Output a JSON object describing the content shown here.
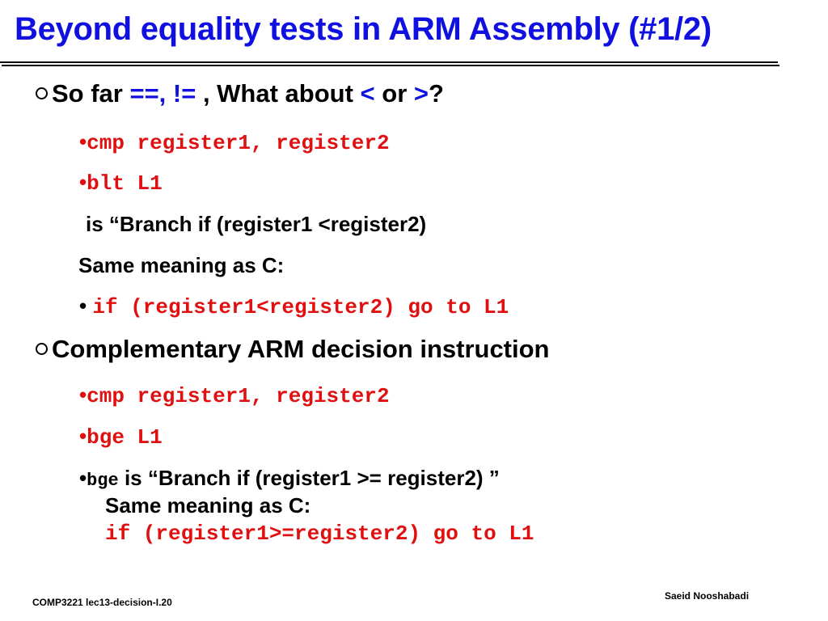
{
  "slide": {
    "title": "Beyond equality tests in ARM Assembly (#1/2)",
    "bullet1": {
      "prefix": "So far ",
      "ops": "==, !=",
      "middle": "  , What about ",
      "lt": "<",
      "or": " or ",
      "gt": ">",
      "end": "?"
    },
    "sub1": {
      "bullet": "•",
      "cmp": "cmp register1, register2",
      "blt": "blt  L1",
      "blt_desc": "is “Branch if (register1 <register2)",
      "same_meaning": "Same meaning as C:",
      "if_code": "if  (register1<register2) go to L1"
    },
    "bullet2": {
      "text": "Complementary ARM decision instruction"
    },
    "sub2": {
      "bullet": "•",
      "cmp": "cmp register1, register2",
      "bge": "bge L1",
      "bge_word": "bge",
      "bge_desc": " is “Branch if (register1 >= register2) ”",
      "same_meaning": "Same meaning as C:",
      "if_code": "if  (register1>=register2) go to L1"
    },
    "footer": {
      "left": "COMP3221  lec13-decision-I.20",
      "right": "Saeid Nooshabadi"
    }
  },
  "colors": {
    "title": "#1010e0",
    "code": "#e01010",
    "text": "#000000"
  }
}
